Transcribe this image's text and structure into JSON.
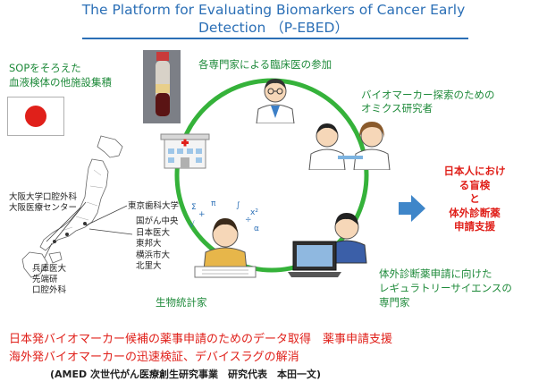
{
  "title": {
    "line1": "The Platform for Evaluating Biomarkers of Cancer Early",
    "line2": "Detection （P-EBED）"
  },
  "sop": {
    "line1": "SOPをそろえた",
    "line2": "血液検体の他施設集積"
  },
  "roles": {
    "clinician": "各専門家による臨床医の参加",
    "omics_line1": "バイオマーカー探索のための",
    "omics_line2": "オミクス研究者",
    "statistician": "生物統計家",
    "regulatory_line1": "体外診断薬申請に向けた",
    "regulatory_line2": "レギュラトリーサイエンスの",
    "regulatory_line3": "専門家"
  },
  "goal": {
    "line1": "日本人におけ",
    "line2": "る盲検",
    "line3": "と",
    "line4": "体外診断薬",
    "line5": "申請支援"
  },
  "institutions": {
    "osaka_line1": "大阪大学口腔外科",
    "osaka_line2": "大阪医療センター",
    "tokyo_dental": "東京歯科大学",
    "tokyo_group": [
      "国がん中央",
      "日本医大",
      "東邦大",
      "横浜市大",
      "北里大"
    ],
    "hyogo_line1": "兵庫医大",
    "hyogo_line2": "先端研",
    "hyogo_line3": "口腔外科"
  },
  "bottom": {
    "line1": "日本発バイオマーカー候補の薬事申請のためのデータ取得　薬事申請支援",
    "line2": "海外発バイオマーカーの迅速検証、デバイスラグの解消",
    "line3": "(AMED 次世代がん医療創生研究事業　研究代表　本田一文)"
  },
  "colors": {
    "title": "#2b6fb6",
    "green_text": "#1e8a3a",
    "red_text": "#e0201a",
    "cycle": "#35b23a",
    "arrow": "#3f86c9",
    "flag_red": "#e0201a"
  }
}
